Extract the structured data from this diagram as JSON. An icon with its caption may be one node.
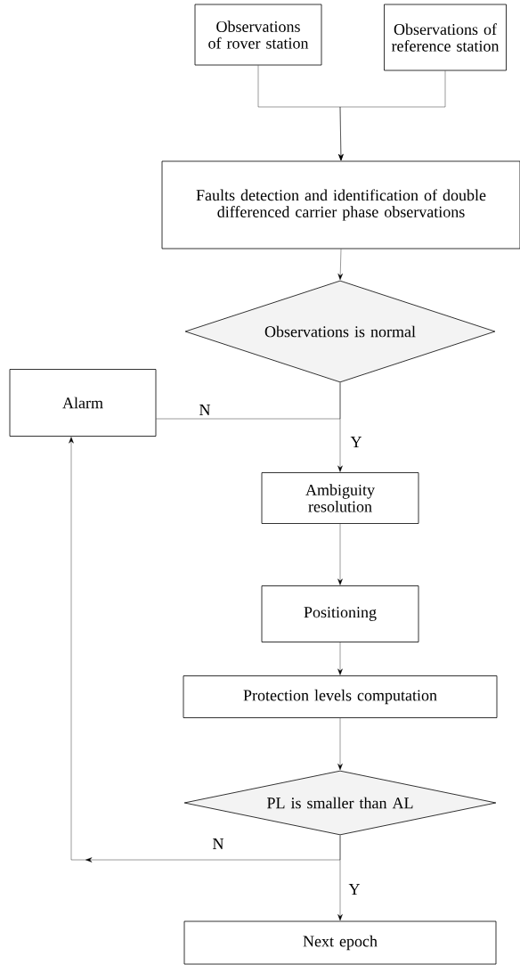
{
  "diagram": {
    "nodes": [
      {
        "text": [
          "Observations of rover station"
        ]
      },
      {
        "text": [
          "Observations of reference station"
        ]
      },
      {
        "text": [
          "Faults detection and identification of double differenced carrier phase observations"
        ]
      },
      {
        "text": [
          "Observations is normal"
        ]
      },
      {
        "text": [
          "Alarm"
        ]
      },
      {
        "text": [
          "Ambiguity resolution"
        ]
      },
      {
        "text": [
          "Positioning"
        ]
      },
      {
        "text": [
          "Protection levels computation"
        ]
      },
      {
        "text": [
          "PL is smaller than AL"
        ]
      },
      {
        "text": [
          "Next epoch"
        ]
      }
    ],
    "edges": [
      {
        "from": 0,
        "to": 2,
        "arrow": "to"
      },
      {
        "from": 1,
        "to": 2,
        "arrow": "to"
      },
      {
        "from": 2,
        "to": 3,
        "arrow": "to"
      },
      {
        "from": 3,
        "to": 4,
        "arrow": "none",
        "label": "N"
      },
      {
        "from": 3,
        "to": 5,
        "arrow": "to",
        "label": "Y"
      },
      {
        "from": 5,
        "to": 6,
        "arrow": "to"
      },
      {
        "from": 6,
        "to": 7,
        "arrow": "to"
      },
      {
        "from": 7,
        "to": 8,
        "arrow": "to"
      },
      {
        "from": 8,
        "to": 4,
        "arrow": "to",
        "label": "N"
      },
      {
        "from": 8,
        "to": 9,
        "arrow": "to",
        "label": "Y"
      }
    ]
  }
}
